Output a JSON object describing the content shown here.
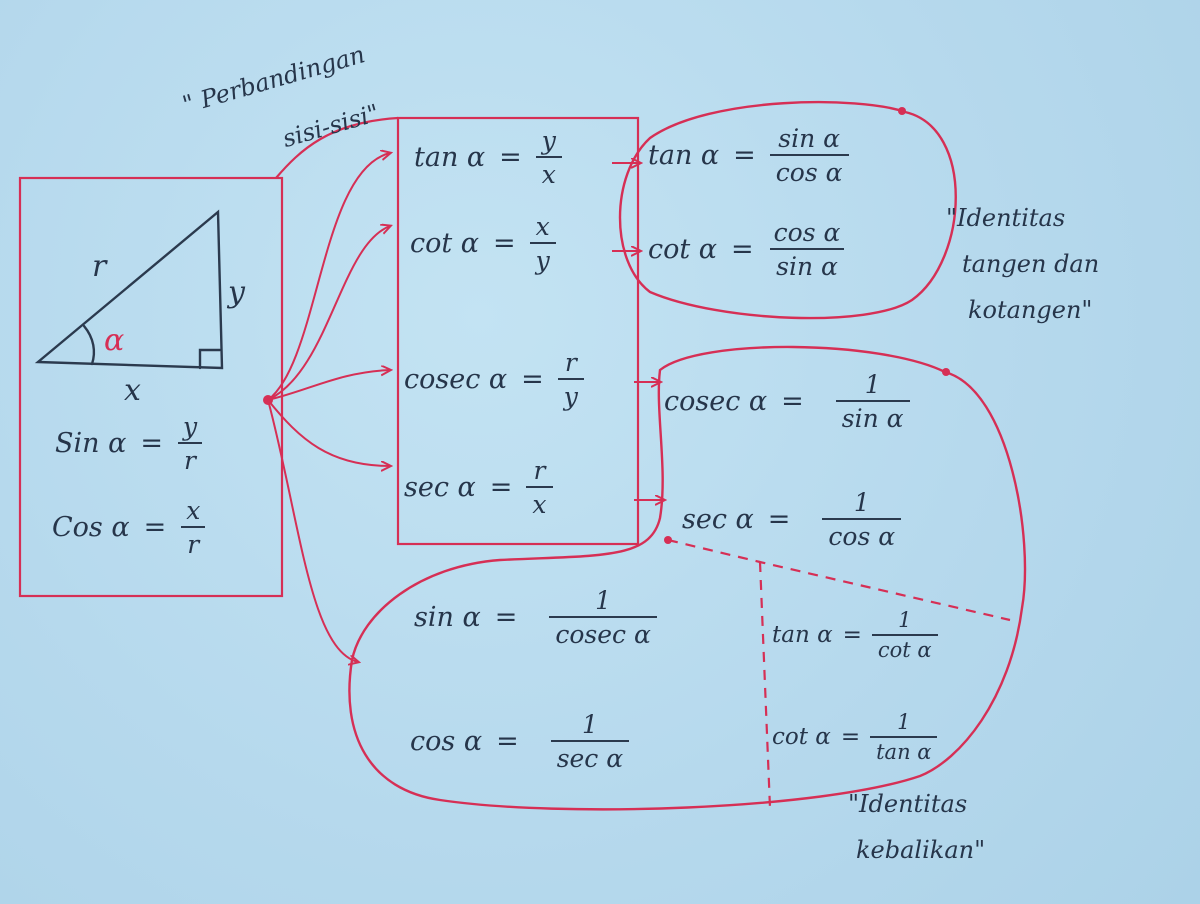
{
  "colors": {
    "paper": "#b9dbee",
    "ink_red": "#d62f55",
    "pen_dark": "#2b3a4e"
  },
  "labels": {
    "perbandingan_line1": "\" Perbandingan",
    "perbandingan_line2": "sisi-sisi\"",
    "tangen_line1": "\"Identitas",
    "tangen_line2": "tangen dan",
    "tangen_line3": "kotangen\"",
    "kebalikan_line1": "\"Identitas",
    "kebalikan_line2": "kebalikan\""
  },
  "triangle": {
    "hyp": "r",
    "opp": "y",
    "adj": "x",
    "angle": "α"
  },
  "basic": [
    {
      "lhs": "Sin α",
      "num": "y",
      "den": "r"
    },
    {
      "lhs": "Cos α",
      "num": "x",
      "den": "r"
    }
  ],
  "ratios": [
    {
      "lhs": "tan α",
      "num": "y",
      "den": "x"
    },
    {
      "lhs": "cot α",
      "num": "x",
      "den": "y"
    },
    {
      "lhs": "cosec α",
      "num": "r",
      "den": "y"
    },
    {
      "lhs": "sec α",
      "num": "r",
      "den": "x"
    }
  ],
  "tangent_identities": [
    {
      "lhs": "tan α",
      "num": "sin α",
      "den": "cos α"
    },
    {
      "lhs": "cot α",
      "num": "cos α",
      "den": "sin α"
    }
  ],
  "reciprocal_identities": [
    {
      "lhs": "cosec α",
      "num": "1",
      "den": "sin α"
    },
    {
      "lhs": "sec α",
      "num": "1",
      "den": "cos α"
    },
    {
      "lhs": "sin α",
      "num": "1",
      "den": "cosec α"
    },
    {
      "lhs": "cos α",
      "num": "1",
      "den": "sec α"
    },
    {
      "lhs": "tan α",
      "num": "1",
      "den": "cot α"
    },
    {
      "lhs": "cot α",
      "num": "1",
      "den": "tan α"
    }
  ]
}
